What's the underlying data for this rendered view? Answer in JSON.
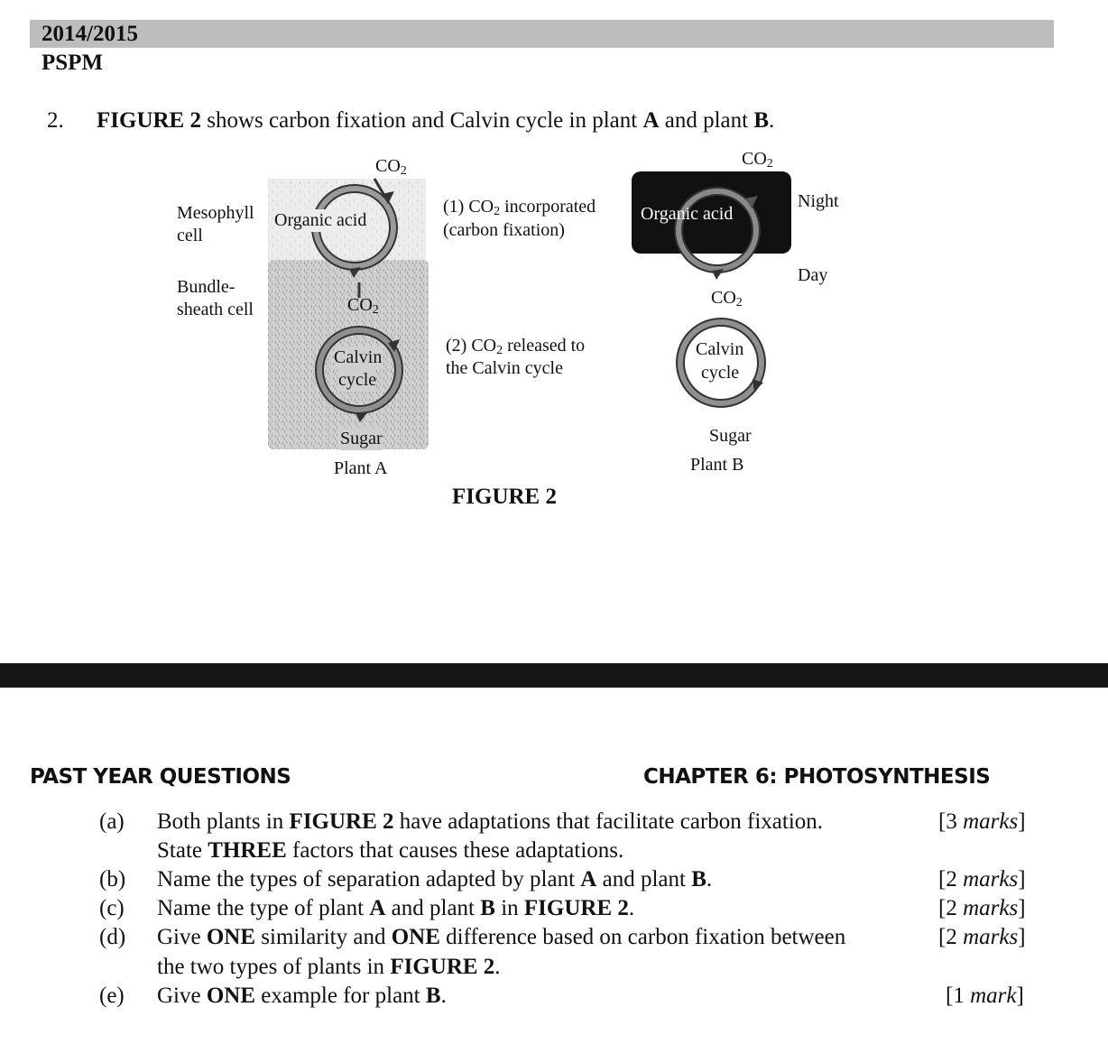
{
  "header": {
    "year": "2014/2015",
    "exam": "PSPM"
  },
  "question": {
    "number": "2.",
    "intro_parts": [
      "FIGURE 2",
      " shows carbon fixation and Calvin cycle in plant ",
      "A",
      " and plant ",
      "B",
      "."
    ]
  },
  "figure": {
    "caption": "FIGURE 2",
    "plant_a": {
      "name": "Plant A",
      "co2_top": "CO",
      "co2_mid": "CO",
      "organic_acid": "Organic acid",
      "calvin_line1": "Calvin",
      "calvin_line2": "cycle",
      "sugar": "Sugar",
      "mesophyll_line1": "Mesophyll",
      "mesophyll_line2": "cell",
      "bundle_line1": "Bundle-",
      "bundle_line2": "sheath cell"
    },
    "notes": {
      "note1_prefix": "(1) CO",
      "note1_suffix": " incorporated",
      "note1_line2": "(carbon fixation)",
      "note2_prefix": "(2) CO",
      "note2_suffix": " released to",
      "note2_line2": "the Calvin cycle",
      "subscript": "2"
    },
    "plant_b": {
      "name": "Plant B",
      "co2_top": "CO",
      "co2_mid": "CO",
      "organic_acid": "Organic acid",
      "night": "Night",
      "day": "Day",
      "calvin_line1": "Calvin",
      "calvin_line2": "cycle",
      "sugar": "Sugar"
    }
  },
  "section_header": {
    "left": "PAST YEAR QUESTIONS",
    "right": "CHAPTER 6: PHOTOSYNTHESIS"
  },
  "subquestions": [
    {
      "letter": "(a)",
      "line1_parts": [
        "Both plants in ",
        "FIGURE 2",
        " have adaptations that facilitate carbon fixation."
      ],
      "line2_parts": [
        "State ",
        "THREE",
        " factors that causes these adaptations."
      ],
      "marks_num": "[3 ",
      "marks_word": "marks",
      "marks_end": "]"
    },
    {
      "letter": "(b)",
      "line1_parts": [
        "Name the types of separation adapted by plant ",
        "A",
        " and plant ",
        "B",
        "."
      ],
      "marks_num": "[2 ",
      "marks_word": "marks",
      "marks_end": "]"
    },
    {
      "letter": "(c)",
      "line1_parts": [
        "Name the type of plant ",
        "A",
        " and plant ",
        "B",
        " in ",
        "FIGURE 2",
        "."
      ],
      "marks_num": "[2 ",
      "marks_word": "marks",
      "marks_end": "]"
    },
    {
      "letter": "(d)",
      "line1_parts": [
        "Give ",
        "ONE",
        " similarity and ",
        "ONE",
        " difference based on carbon fixation between"
      ],
      "line2_parts": [
        "the two types of plants in ",
        "FIGURE 2",
        "."
      ],
      "marks_num": "[2 ",
      "marks_word": "marks",
      "marks_end": "]"
    },
    {
      "letter": "(e)",
      "line1_parts": [
        "Give ",
        "ONE",
        " example for plant ",
        "B",
        "."
      ],
      "marks_num": "[1 ",
      "marks_word": "mark",
      "marks_end": "]"
    }
  ]
}
